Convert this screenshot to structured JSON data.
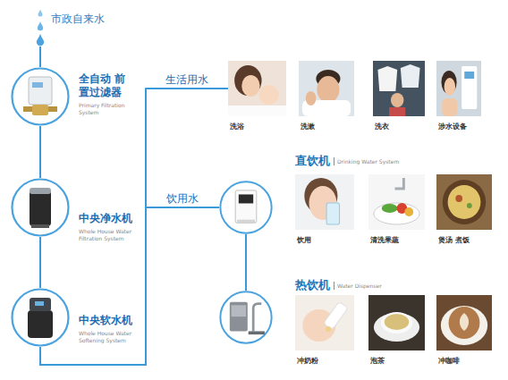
{
  "diagram": {
    "nodes": [
      {
        "text": [
          "市政自来水"
        ]
      },
      {
        "text": [
          "全自动 前置过滤器",
          "Primary Filtration System"
        ]
      },
      {
        "text": [
          "中央净水机",
          "Whole House Water Filtration System"
        ]
      },
      {
        "text": [
          "中央软水机",
          "Whole House Water Softening System"
        ]
      },
      {
        "text": [
          "直饮机",
          "Drinking Water System"
        ]
      },
      {
        "text": [
          "热饮机",
          "Water Dispenser"
        ]
      },
      {
        "text": [
          "洗浴"
        ]
      },
      {
        "text": [
          "洗漱"
        ]
      },
      {
        "text": [
          "洗衣"
        ]
      },
      {
        "text": [
          "涉水设备"
        ]
      },
      {
        "text": [
          "饮用"
        ]
      },
      {
        "text": [
          "清洗果蔬"
        ]
      },
      {
        "text": [
          "煲汤 煮饭"
        ]
      },
      {
        "text": [
          "冲奶粉"
        ]
      },
      {
        "text": [
          "泡茶"
        ]
      },
      {
        "text": [
          "冲咖啡"
        ]
      }
    ],
    "edges": [
      {
        "from": 0,
        "to": 1,
        "arrow": "none"
      },
      {
        "from": 1,
        "to": 2,
        "arrow": "none"
      },
      {
        "from": 2,
        "to": 3,
        "arrow": "none"
      },
      {
        "from": 3,
        "to": 6,
        "label": "生活用水",
        "arrow": "none"
      },
      {
        "from": 3,
        "to": 4,
        "label": "饮用水",
        "arrow": "none"
      },
      {
        "from": 4,
        "to": 5,
        "arrow": "none"
      }
    ]
  }
}
